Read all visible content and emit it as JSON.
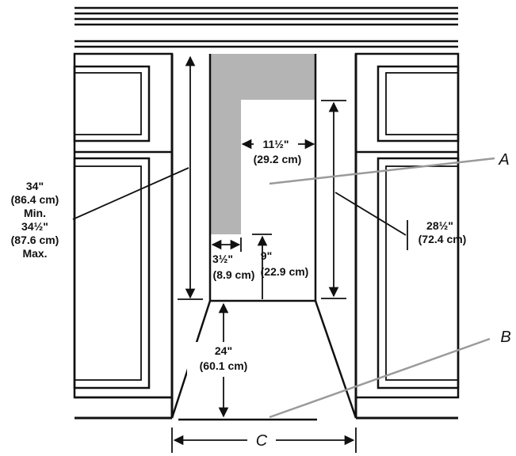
{
  "dimensions": {
    "height_line1": "34\"",
    "height_line2": "(86.4 cm)",
    "height_line3": "Min.",
    "height_line4": "34½\"",
    "height_line5": "(87.6 cm)",
    "height_line6": "Max.",
    "width_in": "11½\"",
    "width_cm": "(29.2 cm)",
    "upper_in": "28½\"",
    "upper_cm": "(72.4 cm)",
    "side_in": "3½\"",
    "side_cm": "(8.9 cm)",
    "rise_in": "9\"",
    "rise_cm": "(22.9 cm)",
    "depth_in": "24\"",
    "depth_cm": "(60.1 cm)"
  },
  "labels": {
    "a": "A",
    "b": "B",
    "c": "C"
  },
  "colors": {
    "line": "#111111",
    "shade": "#b4b4b4",
    "background": "#ffffff"
  }
}
